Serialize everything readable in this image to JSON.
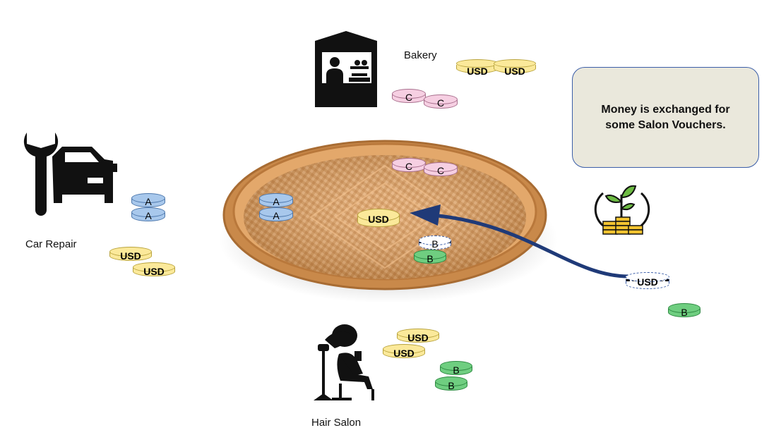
{
  "participants": {
    "bakery": {
      "label": "Bakery"
    },
    "car_repair": {
      "label": "Car Repair"
    },
    "hair_salon": {
      "label": "Hair Salon"
    }
  },
  "note": {
    "text": "Money is exchanged for some Salon Vouchers."
  },
  "tokens": {
    "usd": "USD",
    "a": "A",
    "b": "B",
    "c": "C"
  },
  "icons": [
    "market-stall-icon",
    "car-repair-icon",
    "hair-salon-icon",
    "plant-coins-icon",
    "woven-basket-image"
  ],
  "colors": {
    "usd": "#fbe99a",
    "a": "#a8c8ec",
    "b": "#6fce80",
    "c": "#f6cfe2",
    "arrow": "#1f3a78",
    "note_bg": "#eae8dc"
  }
}
